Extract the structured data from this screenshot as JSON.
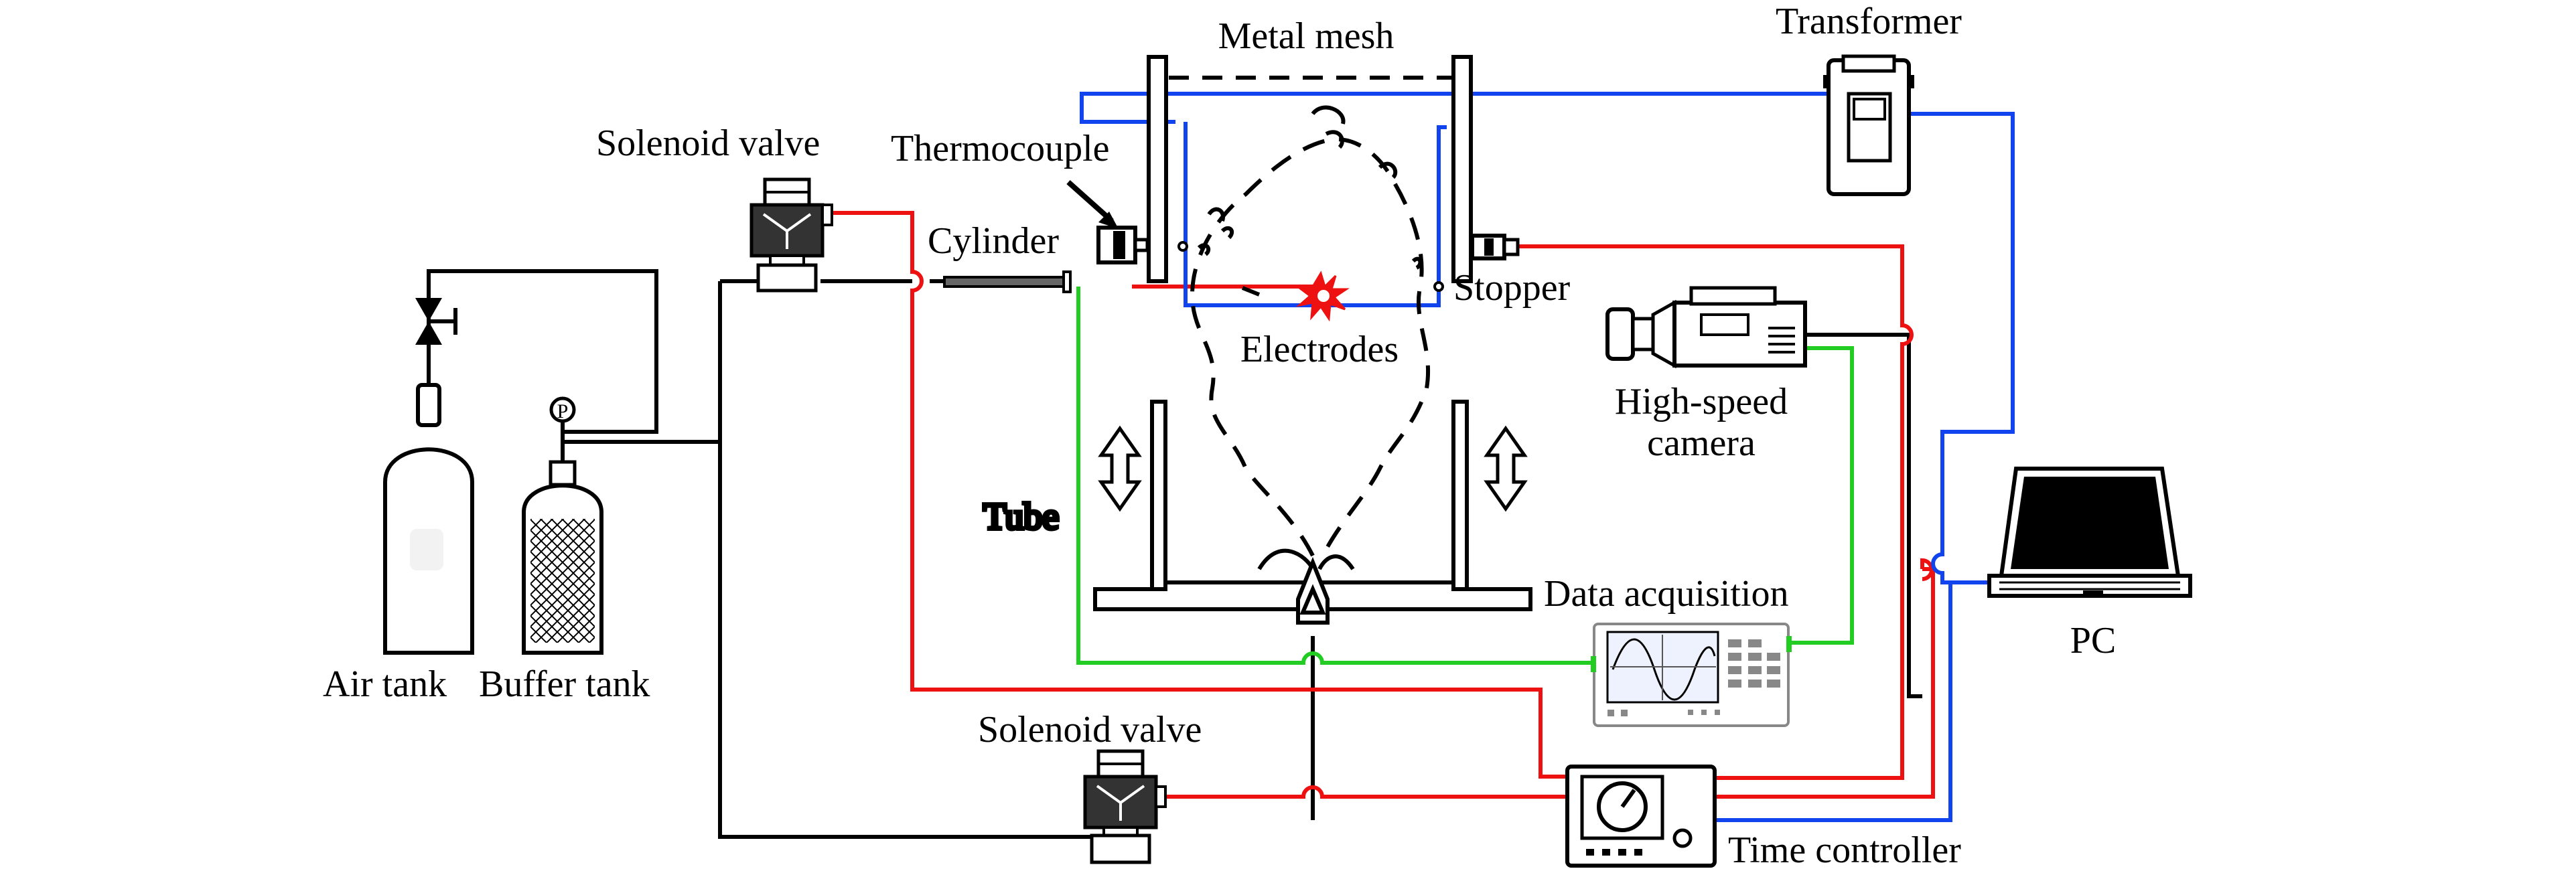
{
  "labels": {
    "metal_mesh": "Metal mesh",
    "transformer": "Transformer",
    "solenoid_valve_top": "Solenoid valve",
    "thermocouple": "Thermocouple",
    "cylinder": "Cylinder",
    "stopper": "Stopper",
    "electrodes": "Electrodes",
    "high_speed_camera_line1": "High-speed",
    "high_speed_camera_line2": "camera",
    "tube": "Tube",
    "data_acquisition": "Data acquisition",
    "pc": "PC",
    "air_tank": "Air tank",
    "buffer_tank": "Buffer tank",
    "solenoid_valve_bottom": "Solenoid valve",
    "time_controller": "Time controller",
    "pressure_gauge": "P"
  },
  "colors": {
    "black_line": "#000000",
    "red_line": "#ee1111",
    "blue_line": "#1144ee",
    "green_line": "#22cc22",
    "spark": "#ee1111",
    "device_dark": "#333333",
    "daq_screen": "#dde6ff"
  }
}
